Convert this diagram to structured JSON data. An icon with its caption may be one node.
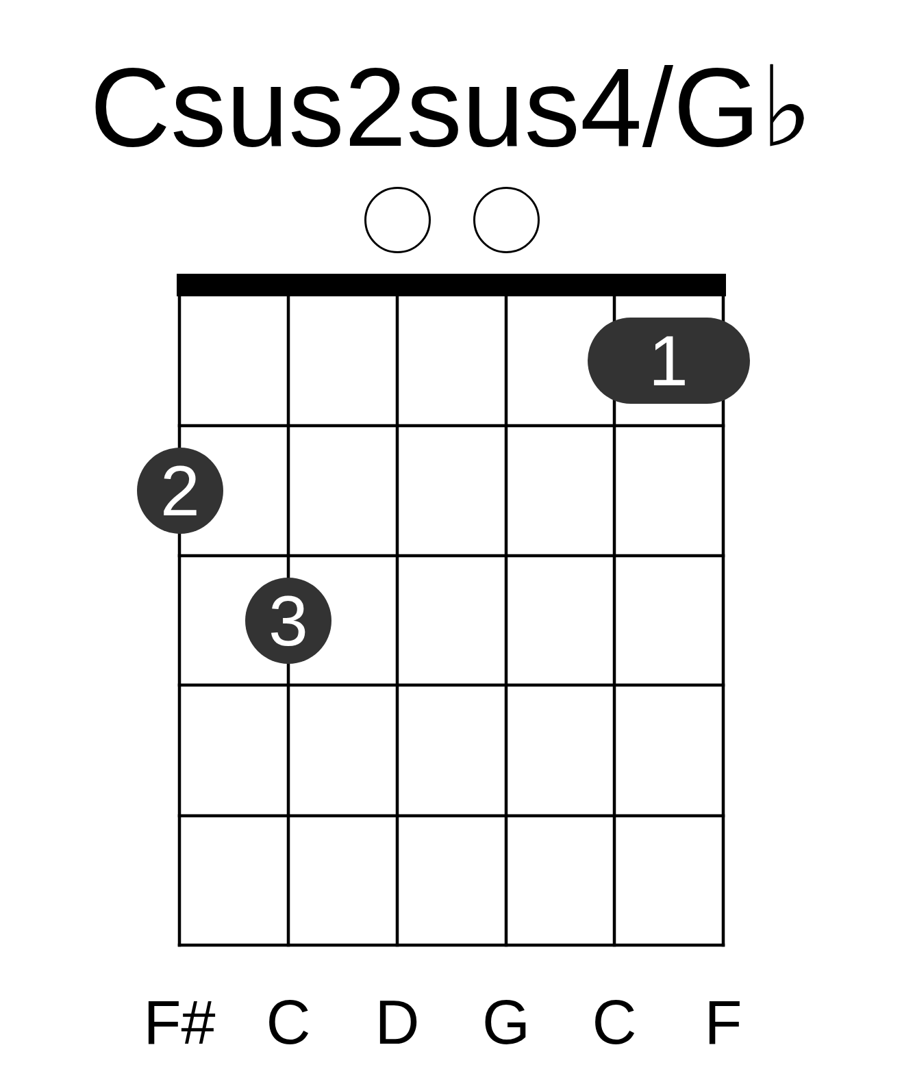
{
  "diagram": {
    "title": "Csus2sus4/G♭",
    "nodes": [
      {
        "text": [],
        "shape": "circle"
      },
      {
        "text": [],
        "shape": "circle"
      },
      {
        "text": [
          "1"
        ]
      },
      {
        "text": [
          "2"
        ]
      },
      {
        "text": [
          "3"
        ]
      }
    ],
    "labels": [
      "F#",
      "C",
      "D",
      "G",
      "C",
      "F"
    ]
  }
}
